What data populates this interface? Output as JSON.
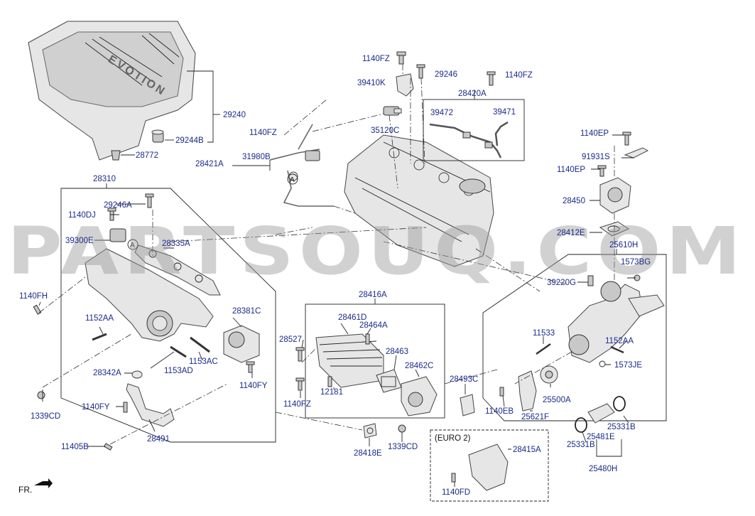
{
  "watermark": "PARTSOUQ.COM",
  "direction_label": "FR.",
  "variant_box_title": "(EURO 2)",
  "callouts": {
    "c29240": "29240",
    "c29244B": "29244B",
    "c28772": "28772",
    "c1140FZ_top": "1140FZ",
    "c39410K": "39410K",
    "c29246": "29246",
    "c1140FZ_right": "1140FZ",
    "c28420A": "28420A",
    "c39472": "39472",
    "c39471": "39471",
    "c35120C": "35120C",
    "c1140FZ_mid": "1140FZ",
    "c28421A": "28421A",
    "c31980B": "31980B",
    "c1140EP_1": "1140EP",
    "c91931S": "91931S",
    "c1140EP_2": "1140EP",
    "c28450": "28450",
    "c28412E": "28412E",
    "c28310": "28310",
    "c29246A": "29246A",
    "c1140DJ": "1140DJ",
    "c39300E": "39300E",
    "c28335A": "28335A",
    "c1140FH": "1140FH",
    "c1152AA_left": "1152AA",
    "c28381C": "28381C",
    "c1153AC": "1153AC",
    "c28342A": "28342A",
    "c1153AD": "1153AD",
    "c1140FY_right": "1140FY",
    "c1339CD_left": "1339CD",
    "c1140FY_left": "1140FY",
    "c28491": "28491",
    "c11405B": "11405B",
    "c28416A": "28416A",
    "c28461D": "28461D",
    "c28464A": "28464A",
    "c28527": "28527",
    "c28463": "28463",
    "c28462C": "28462C",
    "c12181": "12181",
    "c1140FZ_low": "1140FZ",
    "c28493C": "28493C",
    "c28418E": "28418E",
    "c1339CD_mid": "1339CD",
    "c28415A": "28415A",
    "c1140FD": "1140FD",
    "c25610H": "25610H",
    "c1573BG": "1573BG",
    "c39220G": "39220G",
    "c11533": "11533",
    "c1152AA_right": "1152AA",
    "c1573JE": "1573JE",
    "c25500A": "25500A",
    "c1140EB": "1140EB",
    "c25621F": "25621F",
    "c25331B_right": "25331B",
    "c25481E": "25481E",
    "c25331B_left": "25331B",
    "c25480H": "25480H",
    "cover_logo": "EVOTION",
    "circle_ref_A1": "A",
    "circle_ref_A2": "A"
  }
}
